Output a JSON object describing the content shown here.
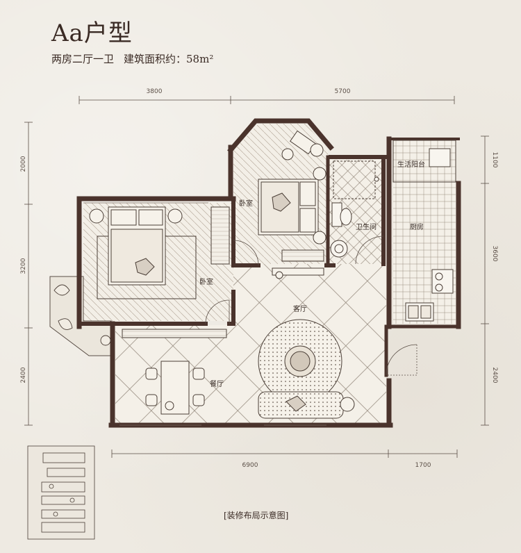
{
  "header": {
    "title": "Aa户型",
    "layout": "两房二厅一卫",
    "area": "建筑面积约：58m²"
  },
  "dimensions": {
    "top": [
      "3800",
      "5700"
    ],
    "bottom": [
      "6900",
      "1700"
    ],
    "left": [
      "2000",
      "3200",
      "2400"
    ],
    "right": [
      "1100",
      "3600",
      "2400"
    ]
  },
  "rooms": {
    "bedroom_1": "卧室",
    "bedroom_2": "卧室",
    "living": "客厅",
    "dining": "餐厅",
    "bathroom": "卫生间",
    "kitchen": "厨房",
    "laundry_balcony": "生活阳台"
  },
  "caption": "[装修布局示意图]",
  "colors": {
    "background": "#eeeae2",
    "wall": "#4a332c",
    "line": "#5a4e46"
  }
}
